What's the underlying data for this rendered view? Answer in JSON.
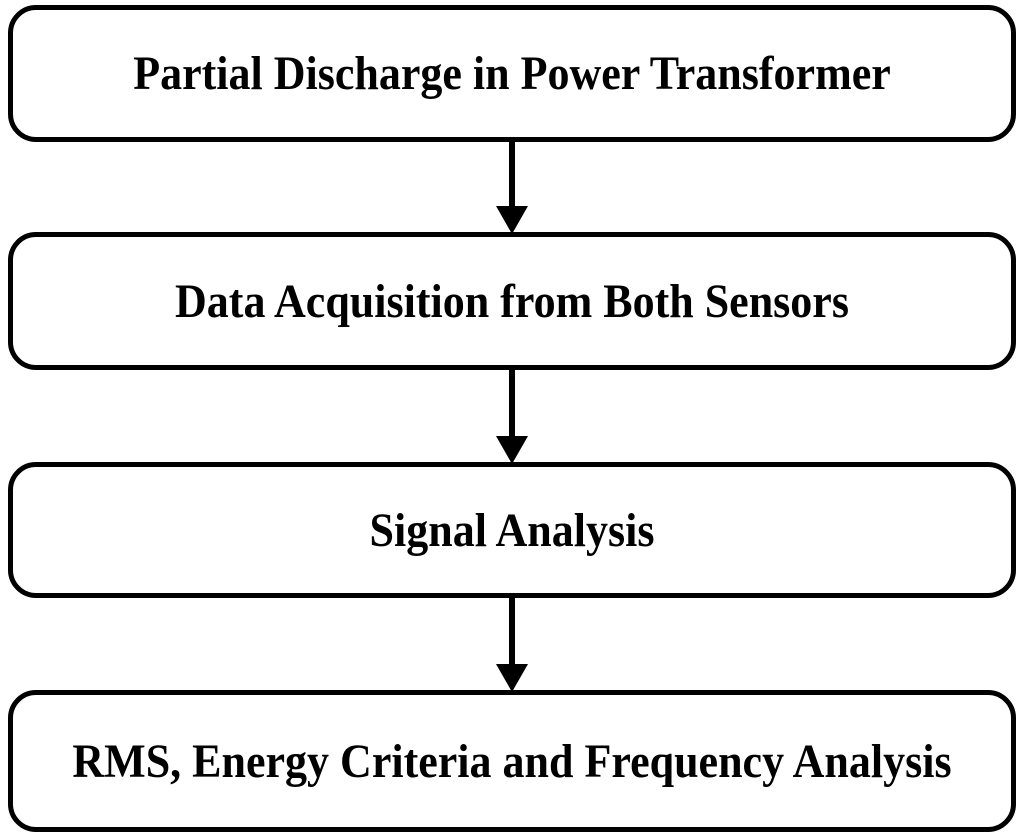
{
  "figure": {
    "type": "flowchart",
    "background_color": "#ffffff",
    "node_border_color": "#000000",
    "node_fill_color": "#ffffff",
    "text_color": "#000000",
    "nodes": [
      {
        "id": "partial-discharge",
        "label": "Partial Discharge in Power Transformer"
      },
      {
        "id": "data-acquisition",
        "label": "Data Acquisition from Both Sensors"
      },
      {
        "id": "signal-analysis",
        "label": "Signal Analysis"
      },
      {
        "id": "rms-energy-frequency",
        "label": "RMS, Energy Criteria and Frequency Analysis"
      }
    ],
    "edges": [
      {
        "from": "partial-discharge",
        "to": "data-acquisition",
        "style": "solid-arrow-down"
      },
      {
        "from": "data-acquisition",
        "to": "signal-analysis",
        "style": "solid-arrow-down"
      },
      {
        "from": "signal-analysis",
        "to": "rms-energy-frequency",
        "style": "solid-arrow-down"
      }
    ]
  }
}
